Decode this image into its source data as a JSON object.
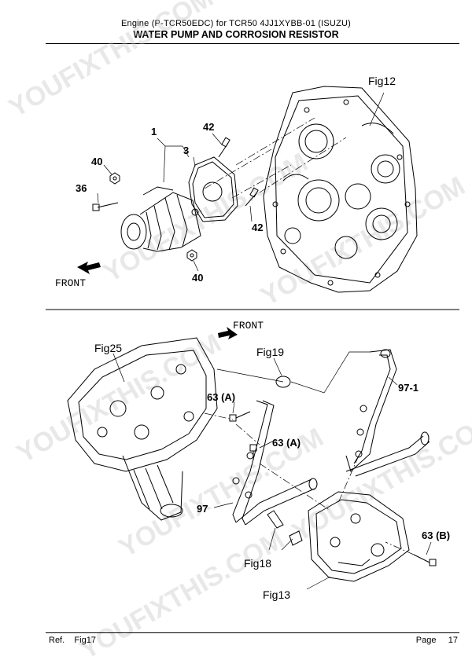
{
  "header": {
    "line1": "Engine (P-TCR50EDC) for TCR50 4JJ1XYBB-01 (ISUZU)",
    "title": "WATER PUMP AND CORROSION RESISTOR"
  },
  "diagram_top": {
    "labels": {
      "fig12": "Fig12",
      "p1": "1",
      "p3": "3",
      "p42a": "42",
      "p42b": "42",
      "p40a": "40",
      "p40b": "40",
      "p36": "36",
      "front": "FRONT"
    }
  },
  "diagram_bottom": {
    "labels": {
      "front": "FRONT",
      "fig25": "Fig25",
      "fig19": "Fig19",
      "p63a1": "63 (A)",
      "p63a2": "63 (A)",
      "p97_1": "97-1",
      "p97": "97",
      "p63b": "63 (B)",
      "fig18": "Fig18",
      "fig13": "Fig13"
    }
  },
  "watermark": "YOUFIXTHIS.COM",
  "footer": {
    "ref_label": "Ref.",
    "ref_value": "Fig17",
    "page_label": "Page",
    "page_value": "17"
  }
}
